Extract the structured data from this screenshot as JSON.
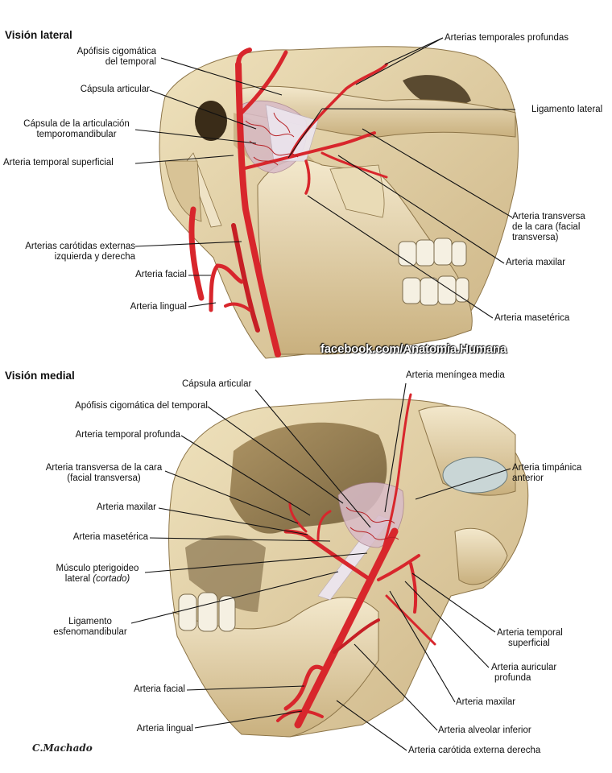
{
  "headers": {
    "lateral": "Visión lateral",
    "medial": "Visión medial"
  },
  "watermark": "facebook.com/Anatomia.Humana",
  "signature": "C.Machado",
  "colors": {
    "bone": "#e3d2a8",
    "bone_shadow": "#b89f6c",
    "artery": "#d8262c",
    "artery_dark": "#8e1518",
    "ligament": "#e8e0e8"
  },
  "lateral_labels": {
    "apofisis_1": "Apófisis cigomática",
    "apofisis_2": "del temporal",
    "capsula": "Cápsula articular",
    "capsula_art_1": "Cápsula de la articulación",
    "capsula_art_2": "temporomandibular",
    "temporal_sup": "Arteria temporal superficial",
    "carotidas_1": "Arterias carótidas externas",
    "carotidas_2": "izquierda y derecha",
    "facial": "Arteria facial",
    "lingual": "Arteria lingual",
    "temporales_prof": "Arterias temporales profundas",
    "ligamento_lateral": "Ligamento lateral",
    "transversa_1": "Arteria transversa",
    "transversa_2": "de la cara (facial",
    "transversa_3": "transversa)",
    "maxilar": "Arteria maxilar",
    "maseterica": "Arteria masetérica"
  },
  "medial_labels": {
    "capsula": "Cápsula articular",
    "meningea": "Arteria meníngea media",
    "apofisis": "Apófisis cigomática del temporal",
    "temporal_prof": "Arteria temporal profunda",
    "transversa_1": "Arteria transversa de la cara",
    "transversa_2": "(facial transversa)",
    "timpanica_1": "Arteria timpánica",
    "timpanica_2": "anterior",
    "maxilar": "Arteria maxilar",
    "maseterica": "Arteria masetérica",
    "pterigoideo_1": "Músculo pterigoideo",
    "pterigoideo_2a": "lateral ",
    "pterigoideo_2b": "(cortado)",
    "ligamento_1": "Ligamento",
    "ligamento_2": "esfenomandibular",
    "temporal_sup_1": "Arteria temporal",
    "temporal_sup_2": "superficial",
    "auricular_1": "Arteria auricular",
    "auricular_2": "profunda",
    "maxilar_r": "Arteria maxilar",
    "facial": "Arteria facial",
    "alveolar": "Arteria alveolar inferior",
    "lingual": "Arteria lingual",
    "carotida": "Arteria carótida externa derecha"
  }
}
